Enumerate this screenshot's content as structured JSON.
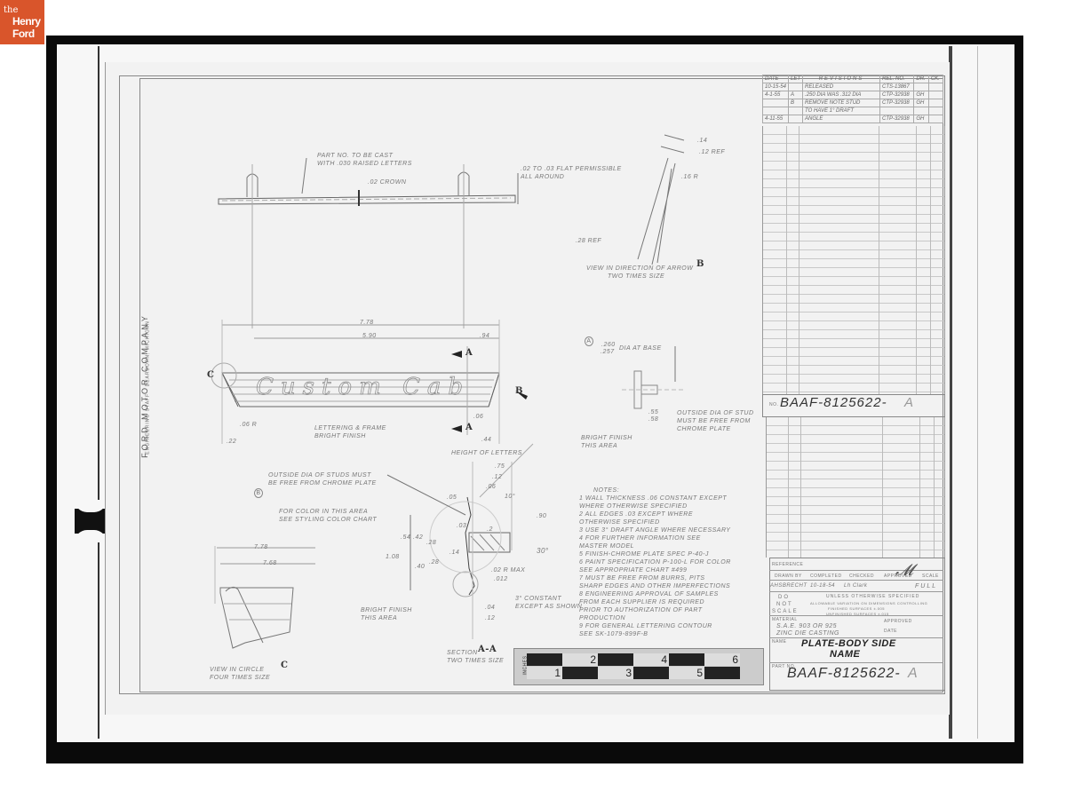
{
  "logo": {
    "the": "the",
    "henry": "Henry",
    "ford": "Ford",
    "color": "#d9552b"
  },
  "company": {
    "name": "FORD MOTOR COMPANY",
    "sub": "ENGINEERING STAFF · DEARBORN, MICHIGAN"
  },
  "revisions": {
    "header": [
      "DATE",
      "LET",
      "REVISIONS",
      "REL. NO.",
      "DR.",
      "CK."
    ],
    "rows": [
      [
        "10-15-54",
        "",
        "RELEASED",
        "CTS-13867",
        "",
        ""
      ],
      [
        "4-1-55",
        "A",
        ".250 DIA WAS .312 DIA",
        "CTP-32938",
        "GH",
        ""
      ],
      [
        "",
        "B",
        "REMOVE NOTE STUD",
        "CTP-32938",
        "GH",
        ""
      ],
      [
        "",
        "",
        "TO HAVE 1° DRAFT",
        "",
        "",
        ""
      ],
      [
        "4-11-55",
        "",
        "ANGLE",
        "CTP-32938",
        "GH",
        ""
      ]
    ]
  },
  "part_number_mid": {
    "label": "NO.",
    "value": "BAAF-8125622-",
    "rev": "A"
  },
  "title_block": {
    "reference_label": "REFERENCE",
    "drawn_by_label": "DRAWN BY",
    "drawn_by": "AHSBRECHT",
    "completed_label": "COMPLETED",
    "completed": "10-18-54",
    "checked_label": "CHECKED",
    "checked": "Lh Clark",
    "approved_label": "APPROVED",
    "scale_label": "SCALE",
    "scale": "FULL",
    "do_not_scale": [
      "DO",
      "NOT",
      "SCALE"
    ],
    "unless": "UNLESS OTHERWISE SPECIFIED",
    "tolerances": [
      "ALLOWABLE VARIATION ON DIMENSIONS CONTROLLING",
      "FINISHED SURFACES ±.005",
      "UNFINISHED SURFACES ±.015"
    ],
    "material_label": "MATERIAL",
    "material": [
      "S.A.E. 903 OR 925",
      "ZINC DIE CASTING"
    ],
    "approved2_label": "APPROVED",
    "date_label": "DATE",
    "name_label": "NAME",
    "name": [
      "PLATE-BODY SIDE",
      "NAME"
    ],
    "part_no_label": "PART NO.",
    "part_no": "BAAF-8125622-",
    "part_rev": "A"
  },
  "top_view": {
    "note1": [
      "PART NO. TO BE CAST",
      "WITH .030 RAISED LETTERS"
    ],
    "crown": ".02 CROWN",
    "flat": [
      ".02 TO .03 FLAT PERMISSIBLE",
      "ALL AROUND"
    ]
  },
  "view_b": {
    "dims": [
      ".14",
      ".12 REF",
      ".16 R",
      ".28 REF"
    ],
    "caption": [
      "VIEW IN DIRECTION OF ARROW",
      "TWO TIMES SIZE"
    ],
    "letter": "B"
  },
  "front_view": {
    "dims": [
      "7.78",
      "5.90",
      ".94",
      ".22",
      ".06 R",
      ".06",
      ".44"
    ],
    "script": "Custom Cab",
    "note": [
      "LETTERING & FRAME",
      "BRIGHT FINISH"
    ],
    "section": "A",
    "arrow_b": "B",
    "circle_c": "C"
  },
  "stud_view": {
    "marker": "A",
    "dia": [
      ".260",
      ".257"
    ],
    "dia_text": "DIA AT BASE",
    "dims": [
      ".55",
      ".58"
    ],
    "note": [
      "OUTSIDE DIA OF STUD",
      "MUST BE FREE FROM",
      "CHROME PLATE"
    ],
    "bright": [
      "BRIGHT FINISH",
      "THIS AREA"
    ]
  },
  "section_aa": {
    "height_label": "HEIGHT OF LETTERS",
    "dims": [
      ".75",
      ".12",
      ".06",
      ".05",
      "10°",
      ".90",
      ".03",
      ".2",
      "1.08",
      ".54",
      ".42",
      ".28",
      ".14",
      ".40",
      ".28",
      ".02 R MAX",
      ".012",
      "30°",
      ".04",
      ".12"
    ],
    "stud_note": [
      "OUTSIDE DIA OF STUDS MUST",
      "BE FREE FROM CHROME PLATE"
    ],
    "marker": "B",
    "color_note": [
      "FOR COLOR IN THIS AREA",
      "SEE STYLING COLOR CHART"
    ],
    "bright": [
      "BRIGHT FINISH",
      "THIS AREA"
    ],
    "constant": [
      "3° CONSTANT",
      "EXCEPT AS SHOWN"
    ],
    "caption": [
      "SECTION",
      "TWO TIMES SIZE"
    ],
    "letters": "A-A"
  },
  "view_c": {
    "dims": [
      "7.78",
      "7.68"
    ],
    "caption": [
      "VIEW IN CIRCLE",
      "FOUR TIMES SIZE"
    ],
    "letter": "C"
  },
  "notes": {
    "title": "NOTES:",
    "items": [
      "1  WALL THICKNESS .06 CONSTANT EXCEPT",
      "   WHERE OTHERWISE SPECIFIED",
      "2  ALL EDGES .03 EXCEPT WHERE",
      "   OTHERWISE SPECIFIED",
      "3  USE 3° DRAFT ANGLE WHERE NECESSARY",
      "4  FOR FURTHER INFORMATION SEE",
      "   MASTER MODEL",
      "5  FINISH-CHROME PLATE SPEC P-40-J",
      "6  PAINT SPECIFICATION P-100-L  FOR COLOR",
      "   SEE APPROPRIATE CHART #499",
      "7  MUST BE FREE FROM BURRS, PITS",
      "   SHARP EDGES AND OTHER IMPERFECTIONS",
      "8  ENGINEERING APPROVAL OF SAMPLES",
      "   FROM EACH SUPPLIER IS REQUIRED",
      "   PRIOR TO AUTHORIZATION OF PART",
      "   PRODUCTION",
      "9  FOR GENERAL LETTERING CONTOUR",
      "   SEE SK-1079-899F-B"
    ]
  },
  "ruler": {
    "label": "INCHES",
    "numbers": [
      "1",
      "2",
      "3",
      "4",
      "5",
      "6"
    ]
  }
}
